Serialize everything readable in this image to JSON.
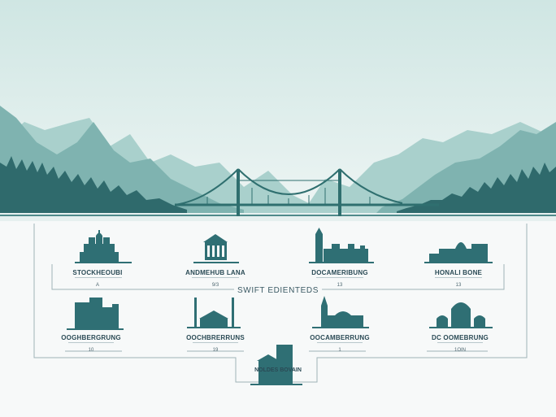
{
  "center_title": "SWIFT EDIENTEDS",
  "bottom_label": "NOLDES BOVAIN",
  "colors": {
    "sky_top": "#cfe6e3",
    "sky_bottom": "#eef5f4",
    "mountain_far": "#9fc9c6",
    "forest": "#2f6a6c",
    "bridge": "#2f6f6f",
    "water": "#e6f0ef",
    "line": "#9fb3b8"
  },
  "landmarks": [
    {
      "label": "STOCKHEOUBI",
      "number": "A",
      "icon": "cathedral-icon"
    },
    {
      "label": "ANDMEHUB LANA",
      "number": "9/3",
      "icon": "museum-icon"
    },
    {
      "label": "DOCAMERIBUNG",
      "number": "13",
      "icon": "clock-tower-icon"
    },
    {
      "label": "HONALI BONE",
      "number": "13",
      "icon": "palace-icon"
    },
    {
      "label": "OOGHBERGRUNG",
      "number": "10",
      "icon": "office-buildings-icon"
    },
    {
      "label": "OOCHBRERRUNS",
      "number": "19",
      "icon": "mosque-icon"
    },
    {
      "label": "OOCAMBERRUNG",
      "number": "1",
      "icon": "castle-icon"
    },
    {
      "label": "DC OOMEBRUNG",
      "number": "1OIN",
      "icon": "domed-hall-icon"
    }
  ],
  "bottom_icon": "tower-building-icon"
}
